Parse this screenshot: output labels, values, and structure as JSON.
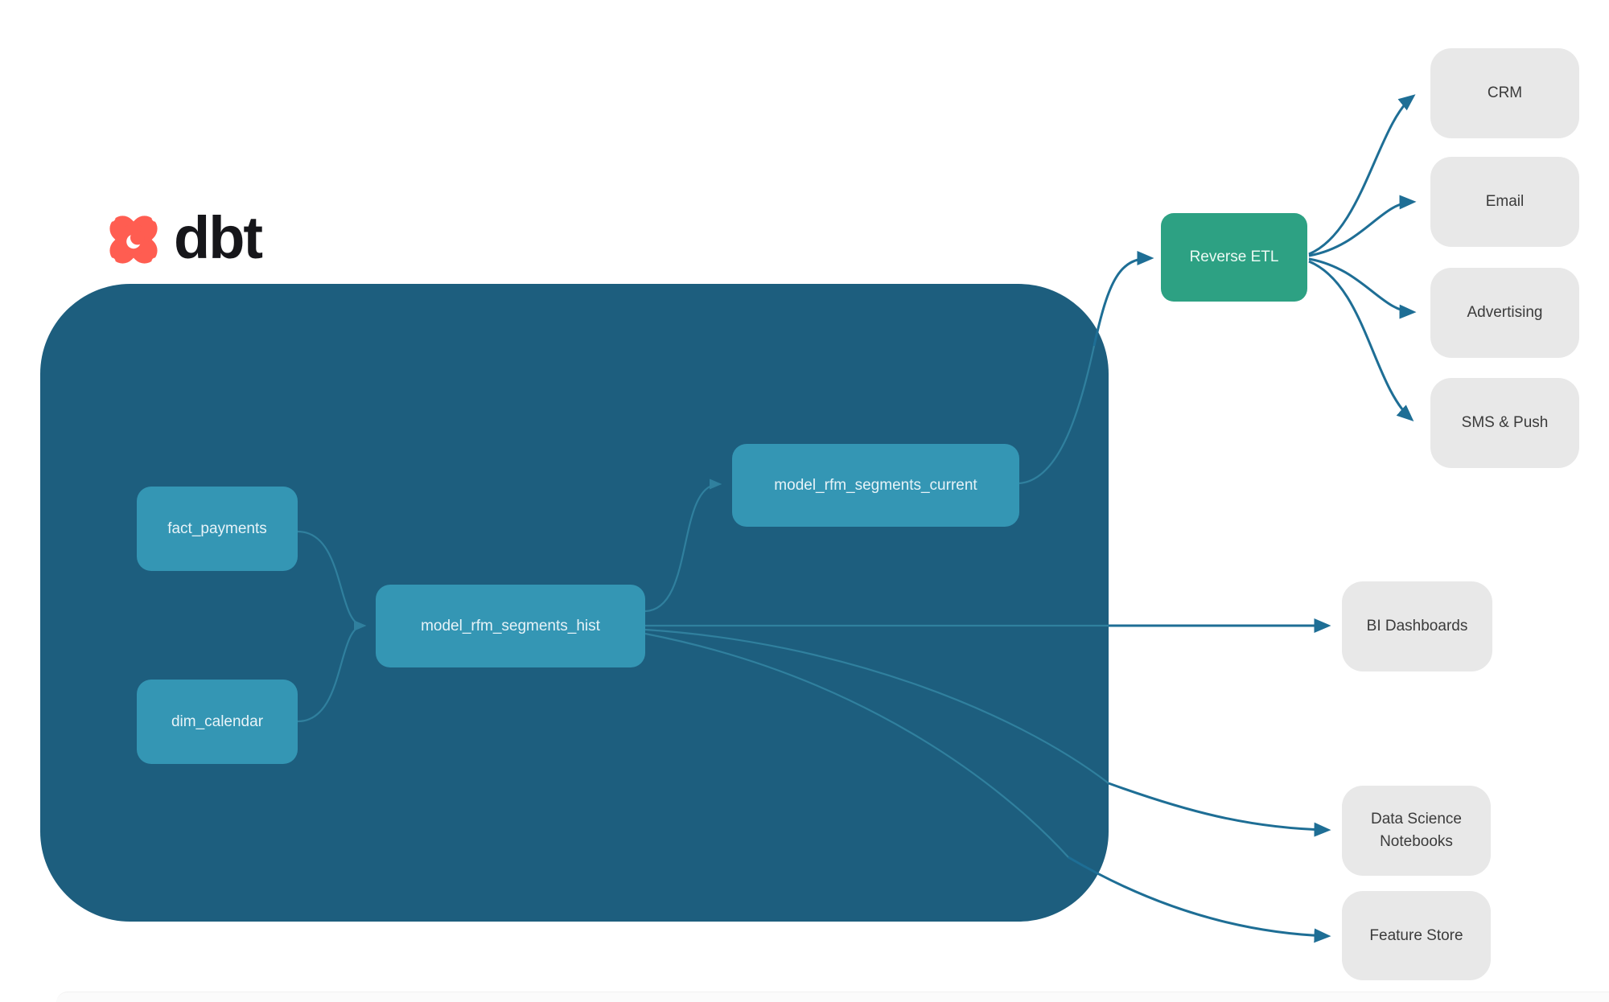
{
  "logo": {
    "text": "dbt"
  },
  "colors": {
    "warehouse_bg": "#1d5e7e",
    "model_node": "#3496b4",
    "reverse_etl_node": "#2da183",
    "destination_node": "#e8e8e8",
    "edge_outside": "#1e6e95",
    "edge_inside": "#30809e",
    "logo_orange": "#ff5d51",
    "logo_text": "#16161a"
  },
  "nodes": {
    "fact_payments": {
      "label": "fact_payments"
    },
    "dim_calendar": {
      "label": "dim_calendar"
    },
    "model_rfm_segments_hist": {
      "label": "model_rfm_segments_hist"
    },
    "model_rfm_segments_current": {
      "label": "model_rfm_segments_current"
    },
    "reverse_etl": {
      "label": "Reverse ETL"
    },
    "crm": {
      "label": "CRM"
    },
    "email": {
      "label": "Email"
    },
    "advertising": {
      "label": "Advertising"
    },
    "sms_push": {
      "label": "SMS & Push"
    },
    "bi_dashboards": {
      "label": "BI Dashboards"
    },
    "data_science_notebooks": {
      "label": "Data Science Notebooks"
    },
    "feature_store": {
      "label": "Feature Store"
    }
  },
  "edges": [
    {
      "from": "fact_payments",
      "to": "model_rfm_segments_hist"
    },
    {
      "from": "dim_calendar",
      "to": "model_rfm_segments_hist"
    },
    {
      "from": "model_rfm_segments_hist",
      "to": "model_rfm_segments_current"
    },
    {
      "from": "model_rfm_segments_current",
      "to": "reverse_etl"
    },
    {
      "from": "reverse_etl",
      "to": "crm"
    },
    {
      "from": "reverse_etl",
      "to": "email"
    },
    {
      "from": "reverse_etl",
      "to": "advertising"
    },
    {
      "from": "reverse_etl",
      "to": "sms_push"
    },
    {
      "from": "model_rfm_segments_hist",
      "to": "bi_dashboards"
    },
    {
      "from": "model_rfm_segments_hist",
      "to": "data_science_notebooks"
    },
    {
      "from": "model_rfm_segments_hist",
      "to": "feature_store"
    }
  ]
}
